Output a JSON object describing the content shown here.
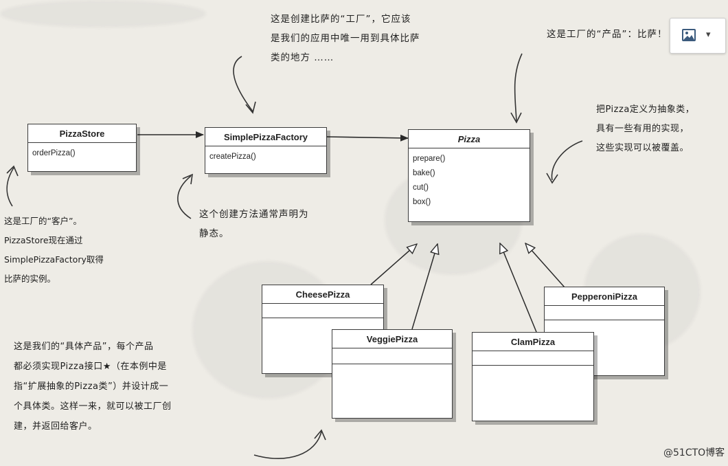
{
  "classes": {
    "pizza_store": {
      "name": "PizzaStore",
      "methods": [
        "orderPizza()"
      ]
    },
    "simple_factory": {
      "name": "SimplePizzaFactory",
      "methods": [
        "createPizza()"
      ]
    },
    "pizza": {
      "name": "Pizza",
      "methods": [
        "prepare()",
        "bake()",
        "cut()",
        "box()"
      ]
    },
    "cheese": {
      "name": "CheesePizza"
    },
    "veggie": {
      "name": "VeggiePizza"
    },
    "clam": {
      "name": "ClamPizza"
    },
    "pepperoni": {
      "name": "PepperoniPizza"
    }
  },
  "annotations": {
    "factory_note": "这是创建比萨的“工厂”，它应该\n是我们的应用中唯一用到具体比萨\n类的地方 ……",
    "product_note": "这是工厂的“产品”：比萨！",
    "abstract_note": "把Pizza定义为抽象类，\n具有一些有用的实现，\n这些实现可以被覆盖。",
    "client_note": "这是工厂的“客户”。\nPizzaStore现在通过\nSimplePizzaFactory取得\n比萨的实例。",
    "static_note": "这个创建方法通常声明为\n静态。",
    "concrete_note": "这是我们的“具体产品”，每个产品\n都必须实现Pizza接口★（在本例中是\n指“扩展抽象的Pizza类”）并设计成一\n个具体类。这样一来，就可以被工厂创\n建，并返回给客户。"
  },
  "toolbar": {
    "icon": "image-icon",
    "chevron": "chevron-down-icon"
  },
  "watermark": "@51CTO博客"
}
